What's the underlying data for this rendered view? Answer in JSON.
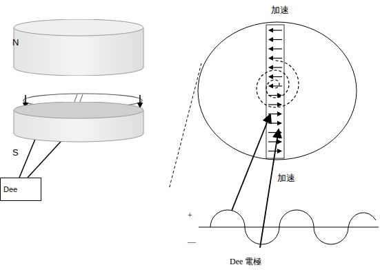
{
  "diagram": {
    "nodes": [
      {
        "text": [
          "N"
        ]
      },
      {
        "text": [
          "S"
        ]
      },
      {
        "text": [
          "Dee"
        ]
      }
    ],
    "labels": [
      "加速",
      "加速",
      "+",
      "—",
      "Dee 電極"
    ]
  }
}
